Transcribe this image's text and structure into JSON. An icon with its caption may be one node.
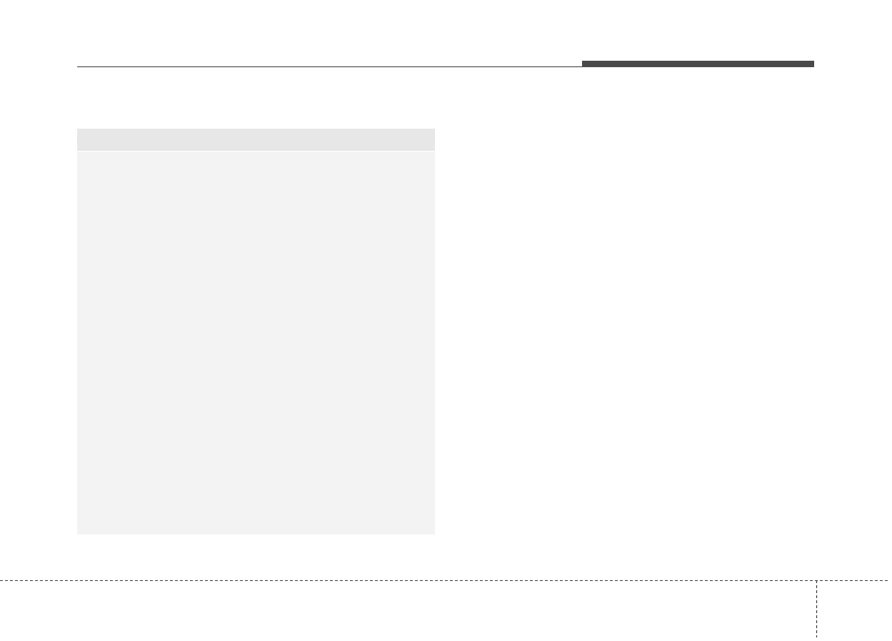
{
  "diagram": {
    "nodes": [
      {
        "text": [],
        "shape": "box"
      },
      {
        "text": [],
        "shape": "bar",
        "in": 0
      }
    ]
  }
}
